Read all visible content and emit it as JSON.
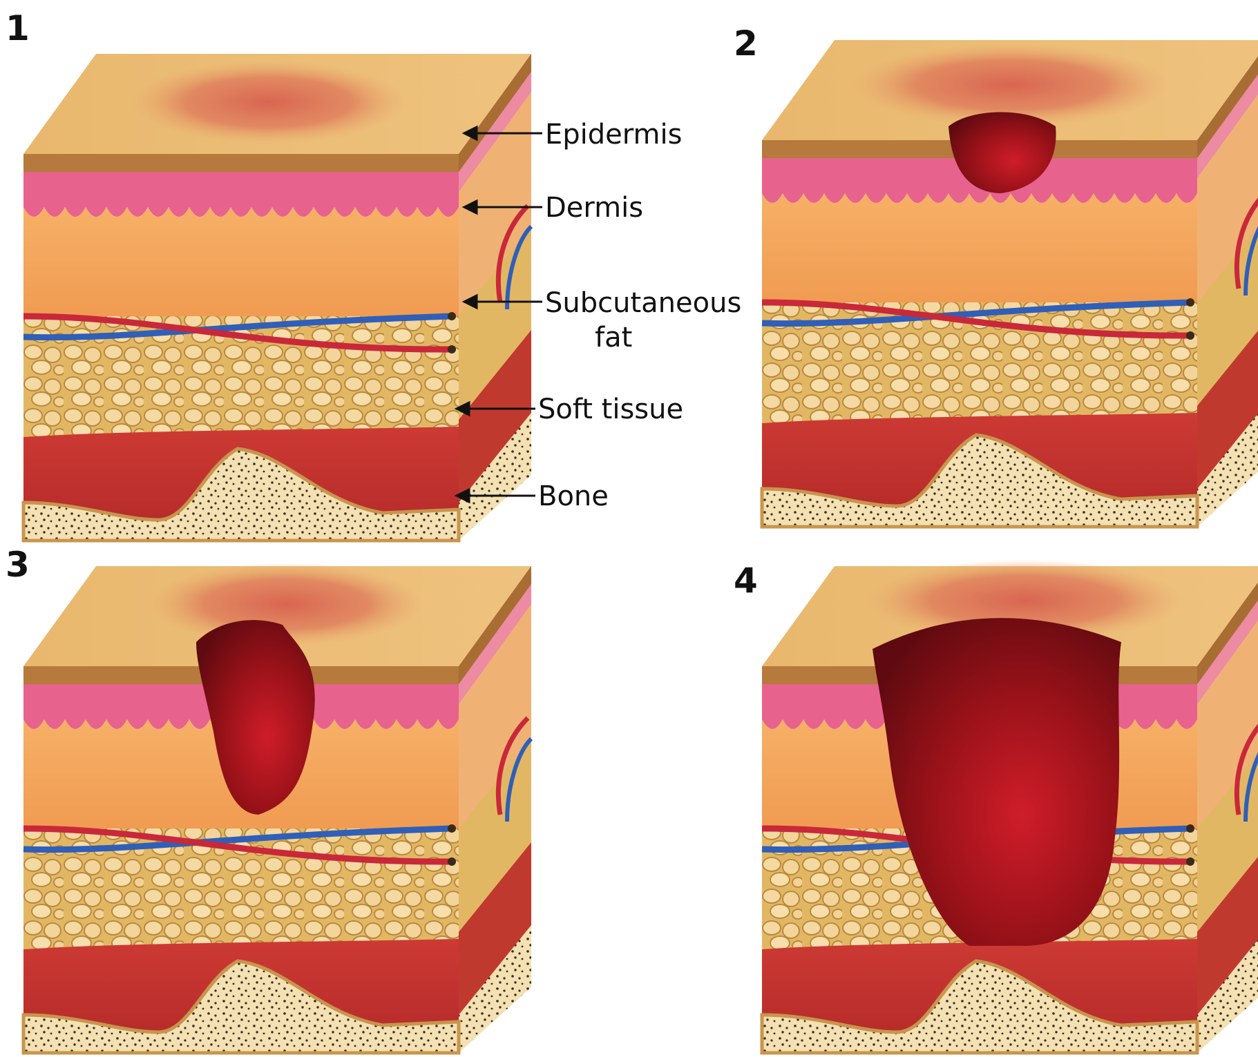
{
  "figure": {
    "panels": [
      {
        "number": "1",
        "wound": "none"
      },
      {
        "number": "2",
        "wound": "dermis"
      },
      {
        "number": "3",
        "wound": "subcutaneous"
      },
      {
        "number": "4",
        "wound": "deep"
      }
    ],
    "labels": {
      "epidermis": "Epidermis",
      "dermis": "Dermis",
      "subcutaneous_line1": "Subcutaneous",
      "subcutaneous_line2": "fat",
      "soft_tissue": "Soft tissue",
      "bone": "Bone"
    }
  },
  "colors": {
    "skin_top": "#e8b56a",
    "epidermis": "#b87f3e",
    "dermis_pink": "#e75d8a",
    "dermis_lower": "#f5a45c",
    "fat": "#e6be6e",
    "fat_cell": "#f6dca6",
    "muscle": "#cf3b34",
    "bone": "#f3e1b3",
    "bone_dot": "#3a2a1a",
    "wound": "#7e0e14",
    "wound_highlight": "#d4192a",
    "artery": "#c9283a",
    "vein": "#2f5fb8",
    "bruise": "#d65a4d"
  }
}
